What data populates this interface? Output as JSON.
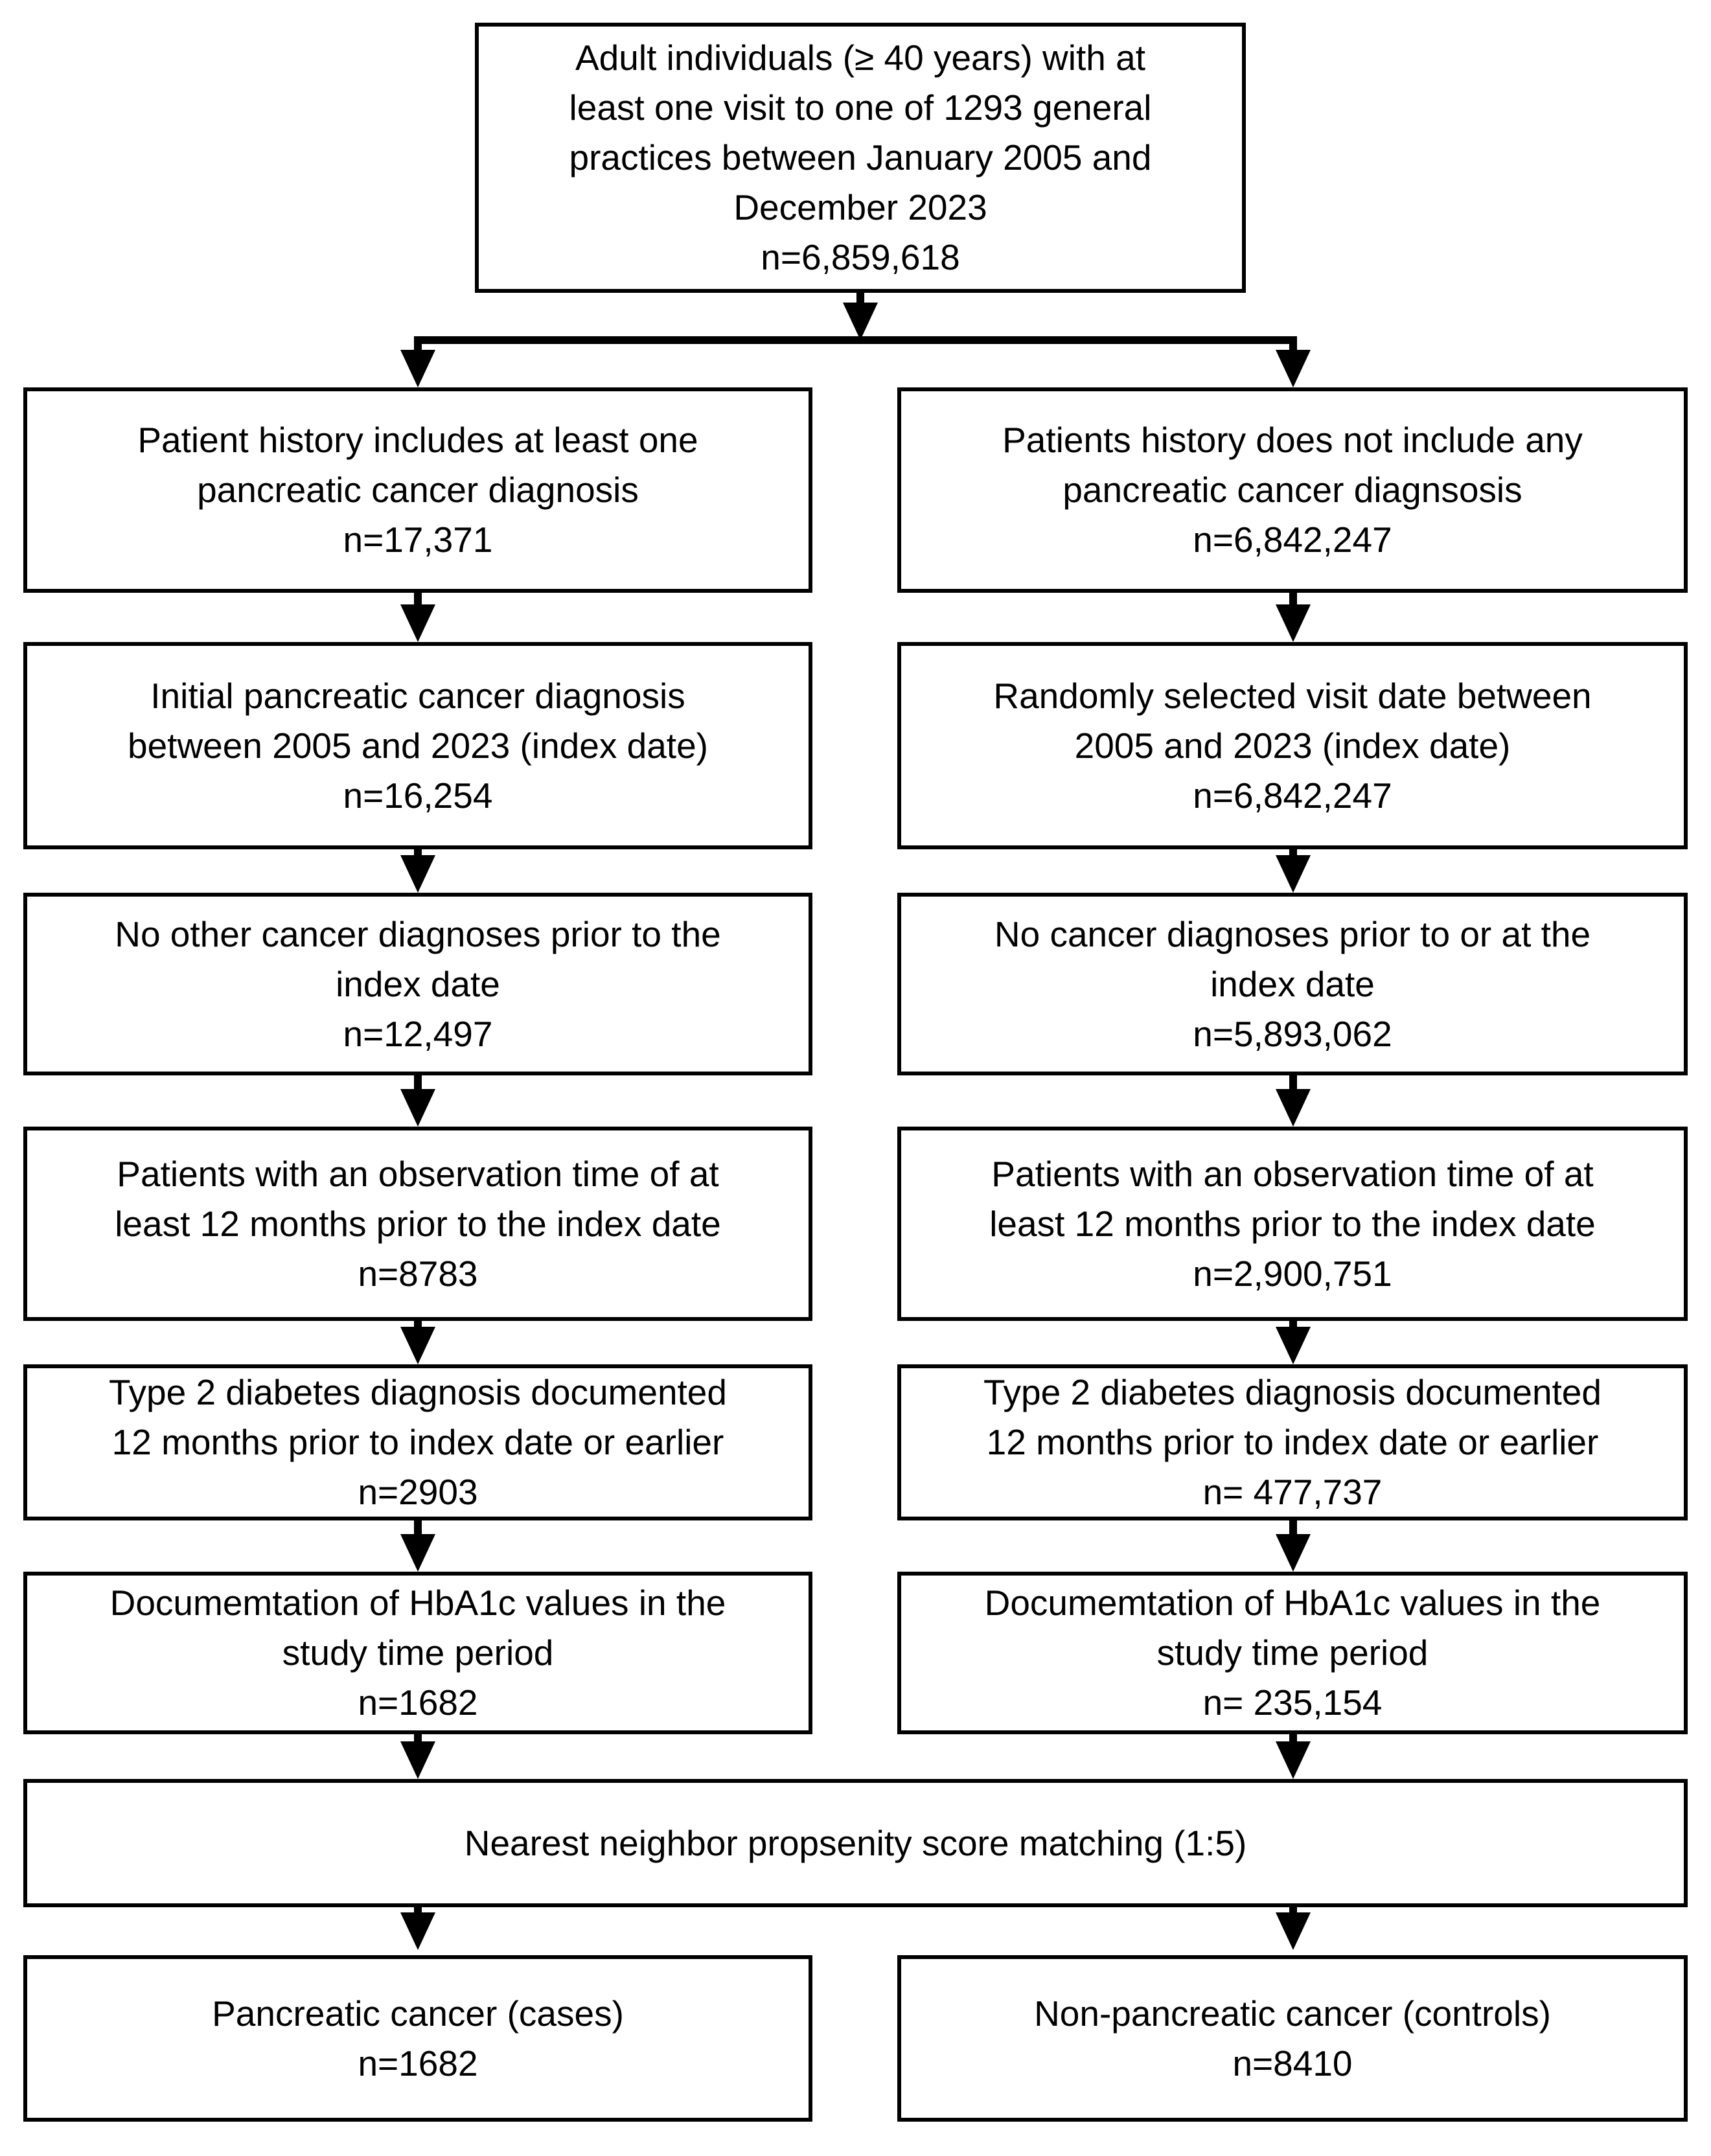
{
  "flowchart": {
    "top_box": {
      "text": "Adult individuals (≥ 40 years) with at\nleast one visit to one of 1293 general\npractices between January 2005 and\nDecember 2023\nn=6,859,618"
    },
    "rows": [
      {
        "left": "Patient history includes at least one\npancreatic cancer diagnosis\nn=17,371",
        "right": "Patients history does not include any\npancreatic cancer diagnsosis\nn=6,842,247"
      },
      {
        "left": "Initial pancreatic cancer diagnosis\nbetween 2005 and 2023 (index date)\nn=16,254",
        "right": "Randomly selected visit date between\n2005 and 2023 (index date)\nn=6,842,247"
      },
      {
        "left": "No other cancer diagnoses prior to the\nindex date\nn=12,497",
        "right": "No cancer diagnoses prior to or at the\nindex date\nn=5,893,062"
      },
      {
        "left": "Patients with an observation time of at\nleast 12 months prior to the index date\nn=8783",
        "right": "Patients with an observation time of at\nleast 12 months prior to the index date\nn=2,900,751"
      },
      {
        "left": "Type 2 diabetes diagnosis documented\n12 months prior to index date or earlier\nn=2903",
        "right": "Type 2 diabetes diagnosis documented\n12 months prior to index date or earlier\nn= 477,737"
      },
      {
        "left": "Documemtation of HbA1c values in the\nstudy time period\nn=1682",
        "right": "Documemtation of HbA1c values in the\nstudy time period\nn= 235,154"
      }
    ],
    "matching_box": {
      "text": "Nearest neighbor propsenity score matching (1:5)"
    },
    "outcome_row": {
      "left": "Pancreatic cancer (cases)\nn=1682",
      "right": "Non-pancreatic cancer (controls)\nn=8410"
    },
    "colors": {
      "background": "#ffffff",
      "line": "#000000",
      "text": "#000000"
    }
  }
}
